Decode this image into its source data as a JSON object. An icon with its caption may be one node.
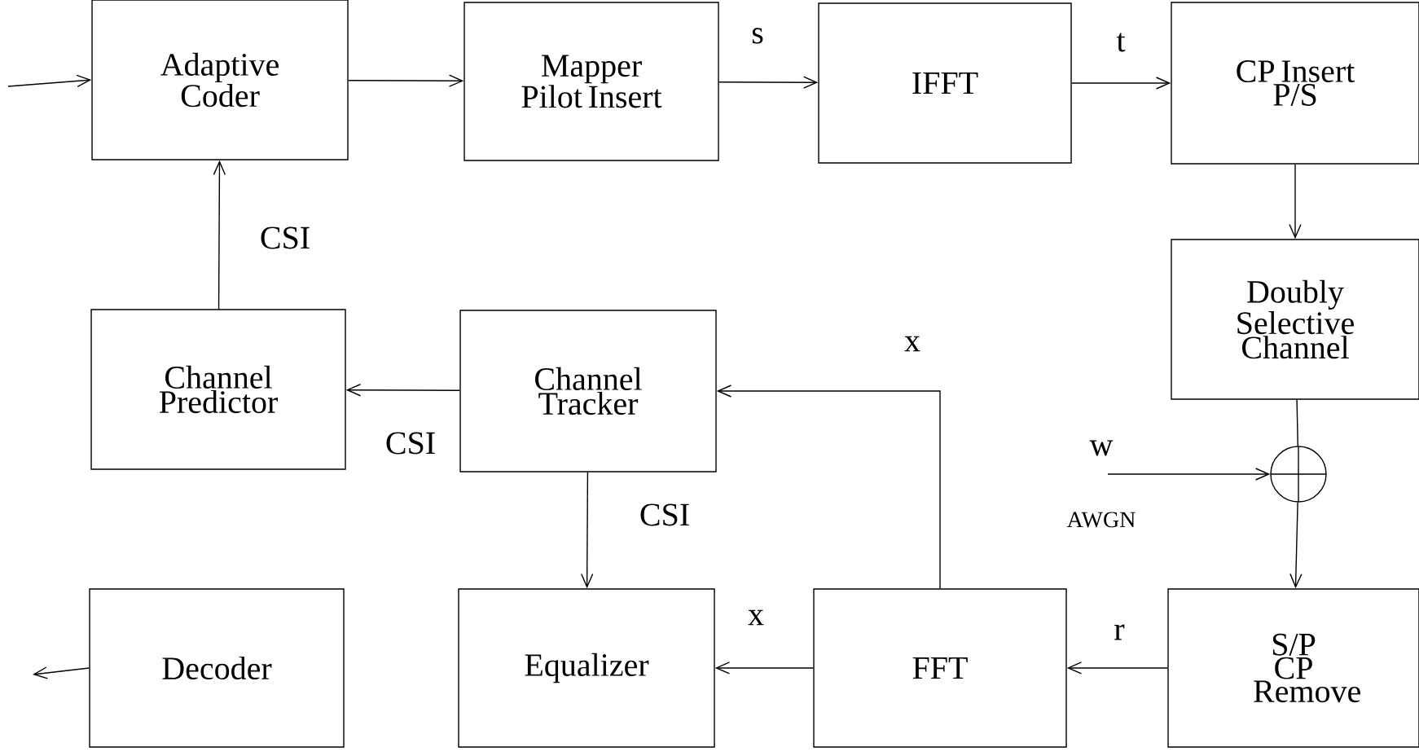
{
  "diagram": {
    "nodes": [
      {
        "text": [
          "Adaptive Coder"
        ]
      },
      {
        "text": [
          "Mapper Pilot Insert"
        ]
      },
      {
        "text": [
          "IFFT"
        ]
      },
      {
        "text": [
          "CP Insert P/S"
        ]
      },
      {
        "text": [
          "Doubly Selective Channel"
        ]
      },
      {
        "text": [],
        "shape": "circle"
      },
      {
        "text": [
          "S/P CP Remove"
        ]
      },
      {
        "text": [
          "FFT"
        ]
      },
      {
        "text": [
          "Equalizer"
        ]
      },
      {
        "text": [
          "Decoder"
        ]
      },
      {
        "text": [
          "Channel Tracker"
        ]
      },
      {
        "text": [
          "Channel Predictor"
        ]
      }
    ],
    "edges": [
      {
        "from": null,
        "to": 0,
        "arrow": "to"
      },
      {
        "from": 0,
        "to": 1,
        "arrow": "to"
      },
      {
        "from": 1,
        "to": 2,
        "arrow": "to",
        "label": "s"
      },
      {
        "from": 2,
        "to": 3,
        "arrow": "to",
        "label": "t"
      },
      {
        "from": 3,
        "to": 4,
        "arrow": "to"
      },
      {
        "from": 4,
        "to": 5,
        "arrow": "none"
      },
      {
        "from": null,
        "to": 5,
        "arrow": "to",
        "label": "w"
      },
      {
        "from": 5,
        "to": 6,
        "arrow": "to"
      },
      {
        "from": 6,
        "to": 7,
        "arrow": "to",
        "label": "r"
      },
      {
        "from": 7,
        "to": 8,
        "arrow": "to",
        "label": "x"
      },
      {
        "from": 7,
        "to": 10,
        "arrow": "to",
        "label": "x"
      },
      {
        "from": 10,
        "to": 8,
        "arrow": "to",
        "label": "CSI"
      },
      {
        "from": 10,
        "to": 11,
        "arrow": "to",
        "label": "CSI"
      },
      {
        "from": 11,
        "to": 0,
        "arrow": "to",
        "label": "CSI"
      },
      {
        "from": 9,
        "to": null,
        "arrow": "to"
      }
    ],
    "labels": [
      "AWGN"
    ]
  }
}
